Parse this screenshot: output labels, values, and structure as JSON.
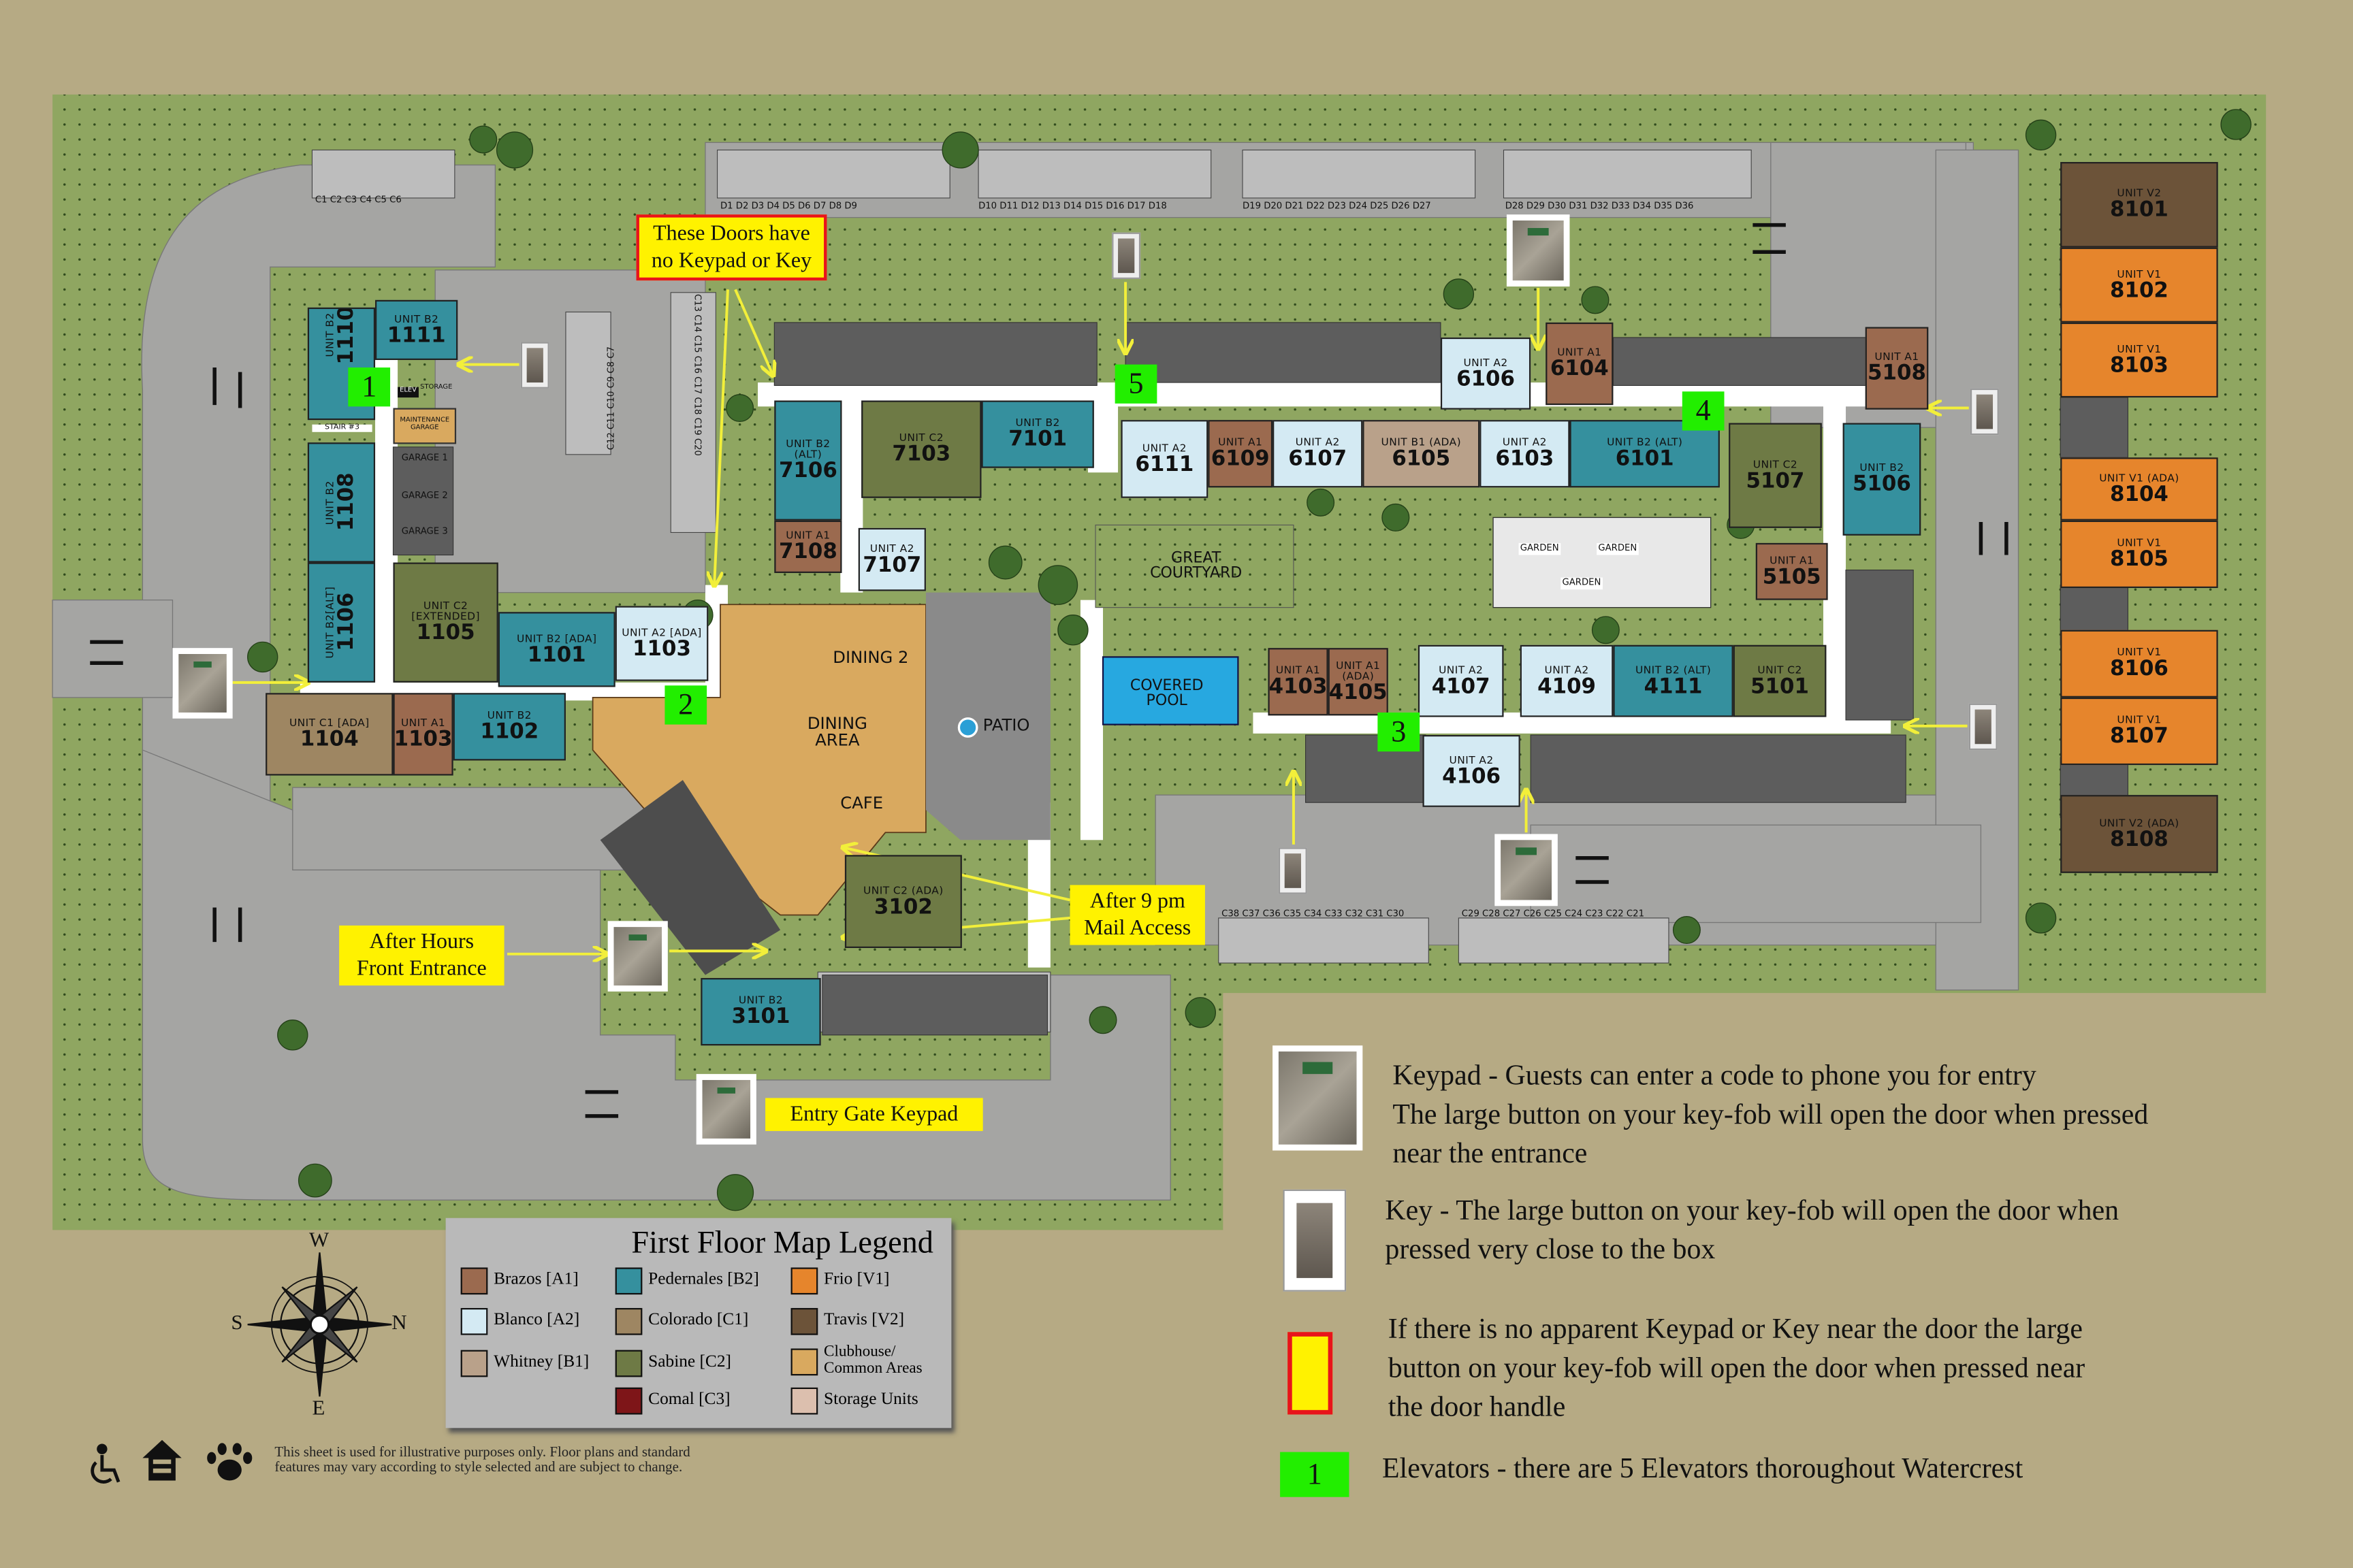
{
  "colors": {
    "background": "#b6aa84",
    "grass": "#8fa661",
    "road": "#a5a5a3",
    "walkway": "#ffffff",
    "garage": "#5d5d5d",
    "callout_fill": "#fff200",
    "callout_border": "#e8141b",
    "elevator": "#22ee00",
    "arrow": "#f2ef3a"
  },
  "unit_types": {
    "A1": {
      "name": "Brazos [A1]",
      "color": "#9b6a4f"
    },
    "A2": {
      "name": "Blanco [A2]",
      "color": "#d4eaf3"
    },
    "B1": {
      "name": "Whitney [B1]",
      "color": "#b9a18a"
    },
    "B2": {
      "name": "Pedernales [B2]",
      "color": "#35909e"
    },
    "C1": {
      "name": "Colorado [C1]",
      "color": "#9e8662"
    },
    "C2": {
      "name": "Sabine [C2]",
      "color": "#6e7a45"
    },
    "C3": {
      "name": "Comal [C3]",
      "color": "#7e1518"
    },
    "V1": {
      "name": "Frio [V1]",
      "color": "#e6852c"
    },
    "V2": {
      "name": "Travis [V2]",
      "color": "#6c5339"
    },
    "CH": {
      "name": "Clubhouse/ Common Areas",
      "color": "#d9a95f"
    },
    "ST": {
      "name": "Storage Units",
      "color": "#dcbfae"
    }
  },
  "units": [
    {
      "type": "UNIT B2",
      "number": "1110",
      "kind": "B2"
    },
    {
      "type": "UNIT B2",
      "number": "1111",
      "kind": "B2"
    },
    {
      "type": "UNIT B2",
      "number": "1108",
      "kind": "B2"
    },
    {
      "type": "UNIT B2[ALT]",
      "number": "1106",
      "kind": "B2"
    },
    {
      "type": "UNIT C2 [EXTENDED]",
      "number": "1105",
      "kind": "C2"
    },
    {
      "type": "UNIT B2 [ADA]",
      "number": "1101",
      "kind": "B2"
    },
    {
      "type": "UNIT A2 [ADA]",
      "number": "1103",
      "kind": "A2"
    },
    {
      "type": "UNIT C1 [ADA]",
      "number": "1104",
      "kind": "C1"
    },
    {
      "type": "UNIT A1",
      "number": "1103",
      "kind": "A1"
    },
    {
      "type": "UNIT B2",
      "number": "1102",
      "kind": "B2"
    },
    {
      "type": "UNIT B2 (ALT)",
      "number": "7106",
      "kind": "B2"
    },
    {
      "type": "UNIT A1",
      "number": "7108",
      "kind": "A1"
    },
    {
      "type": "UNIT C2",
      "number": "7103",
      "kind": "C2"
    },
    {
      "type": "UNIT B2",
      "number": "7101",
      "kind": "B2"
    },
    {
      "type": "UNIT A2",
      "number": "7107",
      "kind": "A2"
    },
    {
      "type": "UNIT A2",
      "number": "6111",
      "kind": "A2"
    },
    {
      "type": "UNIT A1",
      "number": "6109",
      "kind": "A1"
    },
    {
      "type": "UNIT A2",
      "number": "6107",
      "kind": "A2"
    },
    {
      "type": "UNIT B1 (ADA)",
      "number": "6105",
      "kind": "B1"
    },
    {
      "type": "UNIT A2",
      "number": "6103",
      "kind": "A2"
    },
    {
      "type": "UNIT B2 (ALT)",
      "number": "6101",
      "kind": "B2"
    },
    {
      "type": "UNIT C2",
      "number": "5107",
      "kind": "C2"
    },
    {
      "type": "UNIT B2",
      "number": "5106",
      "kind": "B2"
    },
    {
      "type": "UNIT A2",
      "number": "6106",
      "kind": "A2"
    },
    {
      "type": "UNIT A1",
      "number": "6104",
      "kind": "A1"
    },
    {
      "type": "UNIT A1",
      "number": "5108",
      "kind": "A1"
    },
    {
      "type": "UNIT A1",
      "number": "5105",
      "kind": "A1"
    },
    {
      "type": "UNIT A1",
      "number": "4103",
      "kind": "A1"
    },
    {
      "type": "UNIT A1 (ADA)",
      "number": "4105",
      "kind": "A1"
    },
    {
      "type": "UNIT A2",
      "number": "4107",
      "kind": "A2"
    },
    {
      "type": "UNIT A2",
      "number": "4109",
      "kind": "A2"
    },
    {
      "type": "UNIT B2 (ALT)",
      "number": "4111",
      "kind": "B2"
    },
    {
      "type": "UNIT C2",
      "number": "5101",
      "kind": "C2"
    },
    {
      "type": "UNIT A2",
      "number": "4106",
      "kind": "A2"
    },
    {
      "type": "UNIT C2 (ADA)",
      "number": "3102",
      "kind": "C2"
    },
    {
      "type": "UNIT B2",
      "number": "3101",
      "kind": "B2"
    },
    {
      "type": "UNIT V2",
      "number": "8101",
      "kind": "V2"
    },
    {
      "type": "UNIT V1",
      "number": "8102",
      "kind": "V1"
    },
    {
      "type": "UNIT V1",
      "number": "8103",
      "kind": "V1"
    },
    {
      "type": "UNIT V1 (ADA)",
      "number": "8104",
      "kind": "V1"
    },
    {
      "type": "UNIT V1",
      "number": "8105",
      "kind": "V1"
    },
    {
      "type": "UNIT V1",
      "number": "8106",
      "kind": "V1"
    },
    {
      "type": "UNIT V1",
      "number": "8107",
      "kind": "V1"
    },
    {
      "type": "UNIT V2 (ADA)",
      "number": "8108",
      "kind": "V2"
    }
  ],
  "areas": {
    "dining2": "DINING 2",
    "dining_area": "DINING AREA",
    "cafe": "CAFE",
    "patio": "PATIO",
    "courtyard": "GREAT COURTYARD",
    "pool": "COVERED POOL",
    "garden1": "GARDEN",
    "garden2": "GARDEN",
    "garden3": "GARDEN",
    "maintenance": "MAINTENANCE GARAGE",
    "storage": "STORAGE",
    "garage1": "GARAGE 1",
    "garage2": "GARAGE 2",
    "garage3": "GARAGE 3",
    "stair3": "STAIR #3",
    "elev": "ELEV"
  },
  "parking": {
    "c_top": "C1 C2 C3 C4 C5 C6",
    "c_mid": "C12 C11 C10 C9 C8 C7",
    "c_mid2": "C13 C14 C15 C16 C17 C18 C19 C20",
    "d_1": "D1 D2 D3 D4 D5 D6 D7 D8 D9",
    "d_2": "D10 D11 D12 D13 D14 D15 D16 D17 D18",
    "d_3": "D19 D20 D21 D22 D23 D24 D25 D26 D27",
    "d_4": "D28 D29 D30 D31 D32 D33 D34 D35 D36",
    "c_bot1": "C38 C37 C36 C35 C34 C33 C32 C31 C30",
    "c_bot2": "C29 C28 C27 C26 C25 C24 C23 C22 C21"
  },
  "elevators": [
    "1",
    "2",
    "3",
    "4",
    "5"
  ],
  "callouts": {
    "no_keypad": "These Doors have no Keypad or Key",
    "front_entrance": "After Hours Front Entrance",
    "mail_access": "After 9 pm Mail Access",
    "entry_gate": "Entry Gate Keypad"
  },
  "legend": {
    "title": "First Floor Map Legend",
    "items": [
      "Brazos [A1]",
      "Pedernales [B2]",
      "Frio [V1]",
      "Blanco [A2]",
      "Colorado [C1]",
      "Travis [V2]",
      "Whitney [B1]",
      "Sabine [C2]",
      "Clubhouse/ Common Areas",
      "Comal [C3]",
      "Storage Units"
    ]
  },
  "compass": {
    "n": "N",
    "s": "S",
    "e": "E",
    "w": "W"
  },
  "info": {
    "keypad_line1": "Keypad - Guests can enter a code to phone you for entry",
    "keypad_line2": "The large button on your key-fob will open the door when pressed",
    "keypad_line3": "near the entrance",
    "key_line1": "Key - The large button on your key-fob will open the door when",
    "key_line2": "pressed very close to the box",
    "none_line1": "If there is no apparent Keypad or Key near the door the large",
    "none_line2": "button on your key-fob will open the door when pressed near",
    "none_line3": "the door handle",
    "elevator_badge": "1",
    "elevator_text": "Elevators - there are 5 Elevators thoroughout Watercrest"
  },
  "footer": {
    "disclaimer_1": "This sheet is used for illustrative purposes only.  Floor plans and standard",
    "disclaimer_2": "features may vary according to style selected and are subject to change.",
    "icons": [
      "wheelchair-icon",
      "equal-housing-icon",
      "paw-icon"
    ]
  }
}
